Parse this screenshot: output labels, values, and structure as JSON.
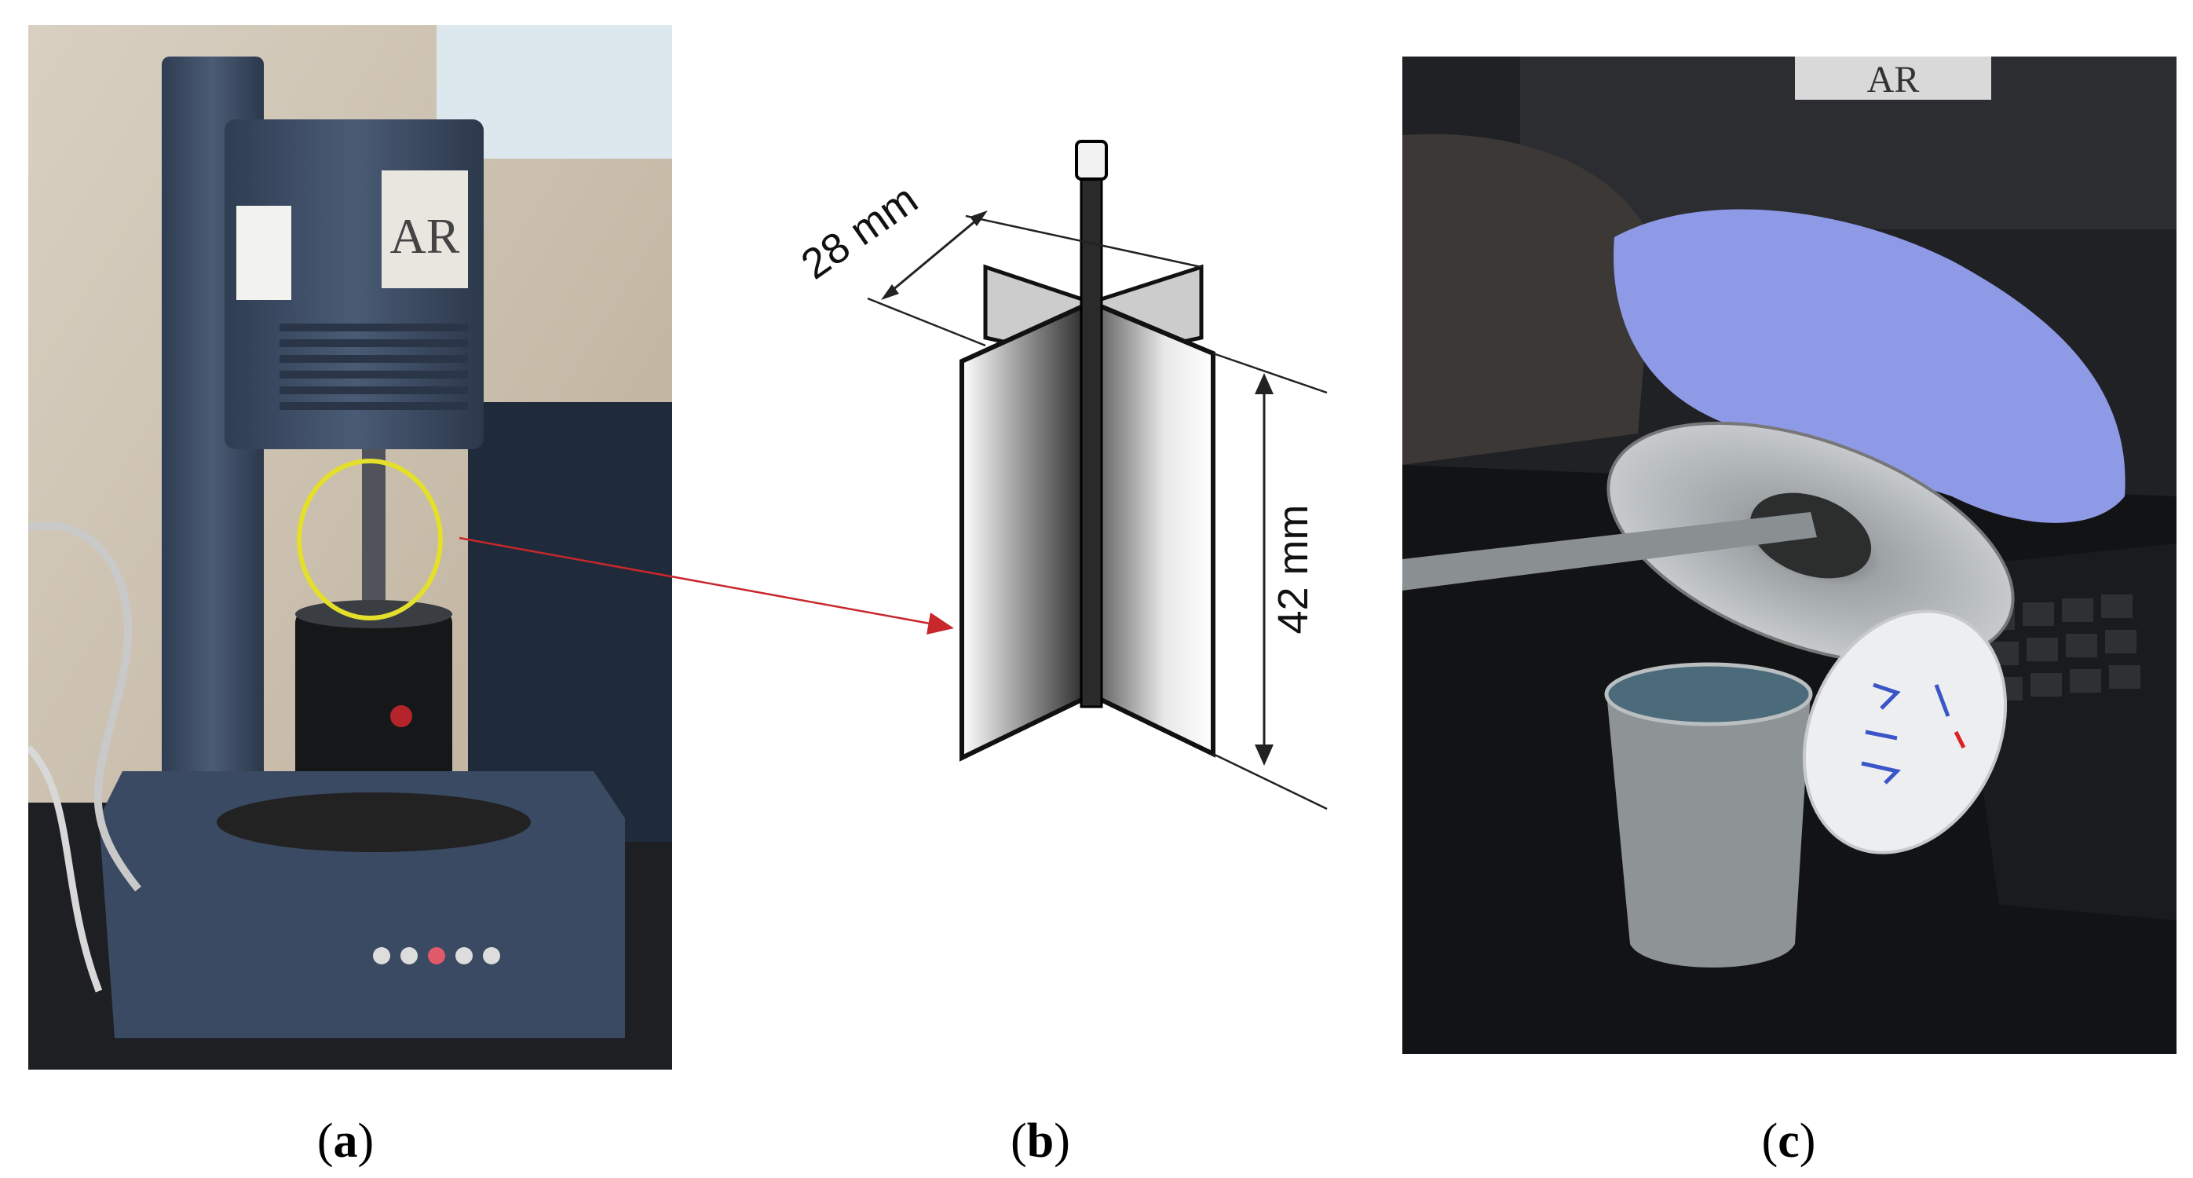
{
  "panels": {
    "a": {
      "caption_open": "(",
      "caption_letter": "a",
      "caption_close": ")",
      "logo_text": "AR"
    },
    "b": {
      "caption_open": "(",
      "caption_letter": "b",
      "caption_close": ")",
      "width_label": "28 mm",
      "height_label": "42 mm"
    },
    "c": {
      "caption_open": "(",
      "caption_letter": "c",
      "caption_close": ")",
      "logo_text": "AR"
    }
  },
  "colors": {
    "rheometer_body": "#3f5068",
    "highlight_circle": "#e3df2a",
    "pointer_arrow": "#c8272b",
    "glove": "#8e9ae6",
    "sleeve": "#3b3836"
  }
}
